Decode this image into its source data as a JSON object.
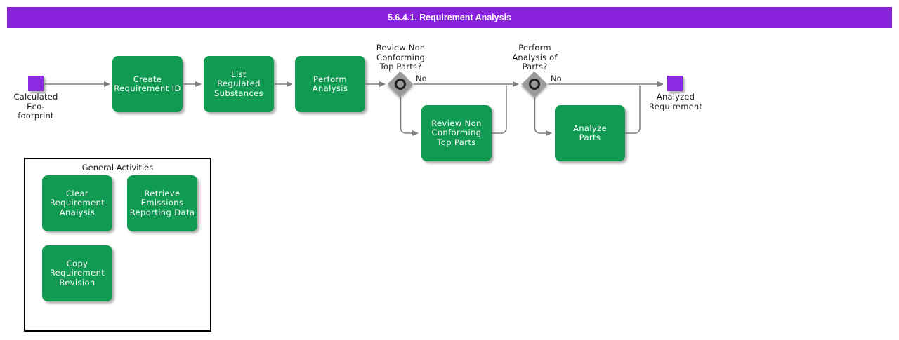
{
  "title_bar": {
    "title": "5.6.4.1. Requirement Analysis"
  },
  "colors": {
    "header_bg": "#8823DB",
    "activity_green": "#119A52",
    "event_purple": "#8A2BE2",
    "connector_gray": "#7F7F7F",
    "decision_gray": "#9A9A9A",
    "text_on_green": "#FFFFFF",
    "label_black": "#1A1A1A"
  },
  "flow": {
    "start_event": {
      "label": "Calculated\nEco-\nfootprint"
    },
    "steps": [
      {
        "label": "Create\nRequirement ID"
      },
      {
        "label": "List\nRegulated\nSubstances"
      },
      {
        "label": "Perform\nAnalysis"
      }
    ],
    "decisions": [
      {
        "question": "Review Non\nConforming\nTop Parts?",
        "no_label": "No",
        "branch_activity": "Review Non\nConforming\nTop Parts"
      },
      {
        "question": "Perform\nAnalysis of\nParts?",
        "no_label": "No",
        "branch_activity": "Analyze\nParts"
      }
    ],
    "end_event": {
      "label": "Analyzed\nRequirement"
    }
  },
  "general_activities": {
    "title": "General Activities",
    "items": [
      {
        "label": "Clear\nRequirement\nAnalysis"
      },
      {
        "label": "Retrieve\nEmissions\nReporting Data"
      },
      {
        "label": "Copy\nRequirement\nRevision"
      }
    ]
  }
}
